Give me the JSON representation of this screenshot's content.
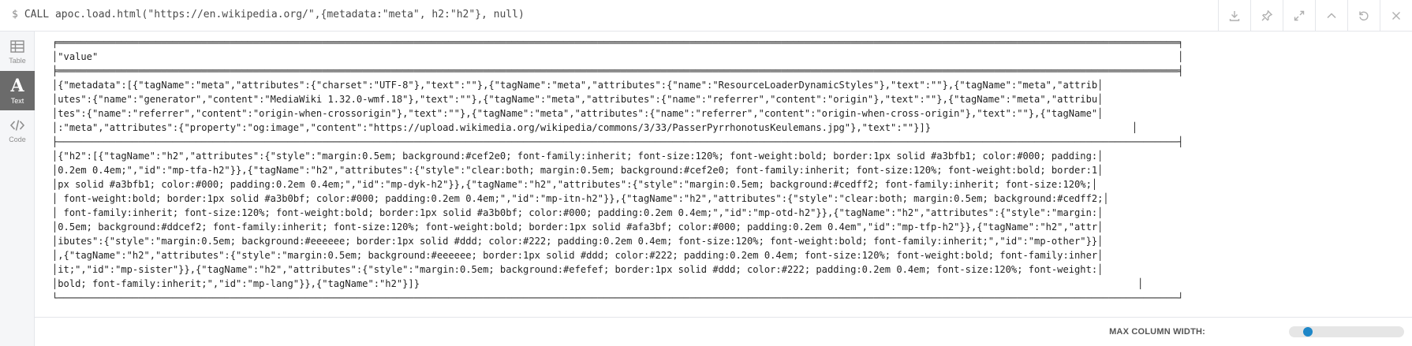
{
  "command": {
    "prompt": "$",
    "text": "CALL apoc.load.html(\"https://en.wikipedia.org/\",{metadata:\"meta\", h2:\"h2\"}, null)"
  },
  "toolbar": {
    "icons": [
      "download-icon",
      "pin-icon",
      "expand-icon",
      "collapse-icon",
      "rerun-icon",
      "close-icon"
    ]
  },
  "sidebar": {
    "items": [
      {
        "label": "Table",
        "icon": "table-icon",
        "active": false
      },
      {
        "label": "Text",
        "icon": "text-icon",
        "active": true
      },
      {
        "label": "Code",
        "icon": "code-icon",
        "active": false
      }
    ]
  },
  "result": {
    "lines": [
      "╒═══════════════════════════════════════════════════════════════════════════════════════════════════════════════════════════════════════════════════════════════════════════════════════════════════╕",
      "│\"value\"                                                                                                                                                                                            │",
      "╞═══════════════════════════════════════════════════════════════════════════════════════════════════════════════════════════════════════════════════════════════════════════════════════════════════╡",
      "│{\"metadata\":[{\"tagName\":\"meta\",\"attributes\":{\"charset\":\"UTF-8\"},\"text\":\"\"},{\"tagName\":\"meta\",\"attributes\":{\"name\":\"ResourceLoaderDynamicStyles\"},\"text\":\"\"},{\"tagName\":\"meta\",\"attrib│",
      "│utes\":{\"name\":\"generator\",\"content\":\"MediaWiki 1.32.0-wmf.18\"},\"text\":\"\"},{\"tagName\":\"meta\",\"attributes\":{\"name\":\"referrer\",\"content\":\"origin\"},\"text\":\"\"},{\"tagName\":\"meta\",\"attribu│",
      "│tes\":{\"name\":\"referrer\",\"content\":\"origin-when-crossorigin\"},\"text\":\"\"},{\"tagName\":\"meta\",\"attributes\":{\"name\":\"referrer\",\"content\":\"origin-when-cross-origin\"},\"text\":\"\"},{\"tagName\"│",
      "│:\"meta\",\"attributes\":{\"property\":\"og:image\",\"content\":\"https://upload.wikimedia.org/wikipedia/commons/3/33/PasserPyrrhonotusKeulemans.jpg\"},\"text\":\"\"}]}                                   │",
      "├───────────────────────────────────────────────────────────────────────────────────────────────────────────────────────────────────────────────────────────────────────────────────────────────────┤",
      "│{\"h2\":[{\"tagName\":\"h2\",\"attributes\":{\"style\":\"margin:0.5em; background:#cef2e0; font-family:inherit; font-size:120%; font-weight:bold; border:1px solid #a3bfb1; color:#000; padding:│",
      "│0.2em 0.4em;\",\"id\":\"mp-tfa-h2\"}},{\"tagName\":\"h2\",\"attributes\":{\"style\":\"clear:both; margin:0.5em; background:#cef2e0; font-family:inherit; font-size:120%; font-weight:bold; border:1│",
      "│px solid #a3bfb1; color:#000; padding:0.2em 0.4em;\",\"id\":\"mp-dyk-h2\"}},{\"tagName\":\"h2\",\"attributes\":{\"style\":\"margin:0.5em; background:#cedff2; font-family:inherit; font-size:120%;│",
      "│ font-weight:bold; border:1px solid #a3b0bf; color:#000; padding:0.2em 0.4em;\",\"id\":\"mp-itn-h2\"}},{\"tagName\":\"h2\",\"attributes\":{\"style\":\"clear:both; margin:0.5em; background:#cedff2;│",
      "│ font-family:inherit; font-size:120%; font-weight:bold; border:1px solid #a3b0bf; color:#000; padding:0.2em 0.4em;\",\"id\":\"mp-otd-h2\"}},{\"tagName\":\"h2\",\"attributes\":{\"style\":\"margin:│",
      "│0.5em; background:#ddcef2; font-family:inherit; font-size:120%; font-weight:bold; border:1px solid #afa3bf; color:#000; padding:0.2em 0.4em\",\"id\":\"mp-tfp-h2\"}},{\"tagName\":\"h2\",\"attr│",
      "│ibutes\":{\"style\":\"margin:0.5em; background:#eeeeee; border:1px solid #ddd; color:#222; padding:0.2em 0.4em; font-size:120%; font-weight:bold; font-family:inherit;\",\"id\":\"mp-other\"}}│",
      "│,{\"tagName\":\"h2\",\"attributes\":{\"style\":\"margin:0.5em; background:#eeeeee; border:1px solid #ddd; color:#222; padding:0.2em 0.4em; font-size:120%; font-weight:bold; font-family:inher│",
      "│it;\",\"id\":\"mp-sister\"}},{\"tagName\":\"h2\",\"attributes\":{\"style\":\"margin:0.5em; background:#efefef; border:1px solid #ddd; color:#222; padding:0.2em 0.4em; font-size:120%; font-weight:│",
      "│bold; font-family:inherit;\",\"id\":\"mp-lang\"}},{\"tagName\":\"h2\"}]}                                                                                                                             │",
      "└───────────────────────────────────────────────────────────────────────────────────────────────────────────────────────────────────────────────────────────────────────────────────────────────────┘"
    ]
  },
  "footer": {
    "max_column_width_label": "MAX COLUMN WIDTH:",
    "slider_value": 0.05,
    "slider_color": "#1e87c8"
  }
}
